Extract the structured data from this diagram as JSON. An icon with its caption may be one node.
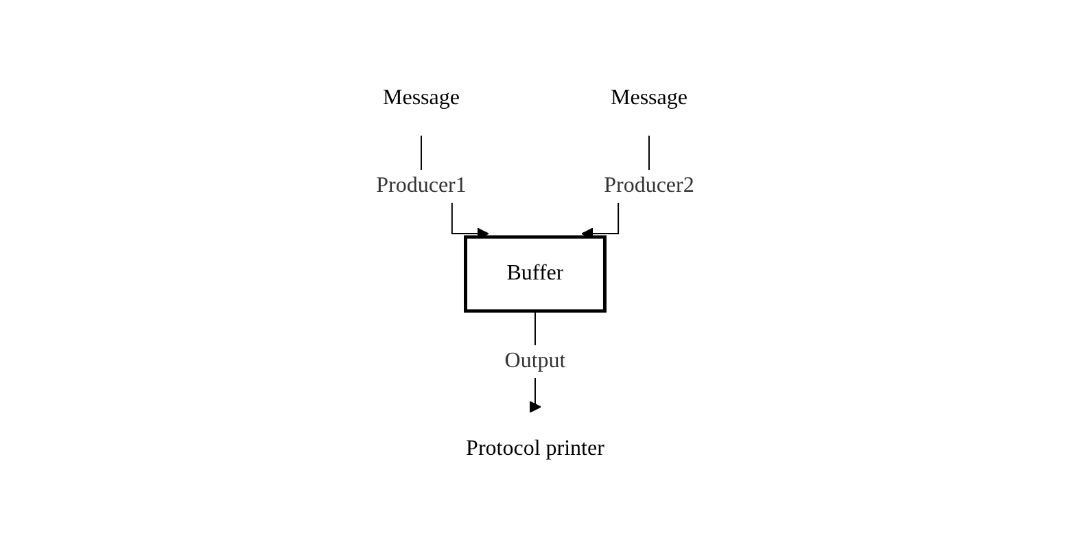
{
  "diagram": {
    "nodes": [
      {
        "text": [
          "Message"
        ]
      },
      {
        "text": [
          "Message"
        ]
      },
      {
        "text": [
          "Buffer"
        ]
      },
      {
        "text": [
          "Protocol printer"
        ]
      }
    ],
    "edges": [
      {
        "from": 0,
        "to": 2,
        "arrow": "to",
        "label": "Producer1"
      },
      {
        "from": 1,
        "to": 2,
        "arrow": "to",
        "label": "Producer2"
      },
      {
        "from": 2,
        "to": 3,
        "arrow": "to",
        "label": "Output"
      }
    ]
  }
}
